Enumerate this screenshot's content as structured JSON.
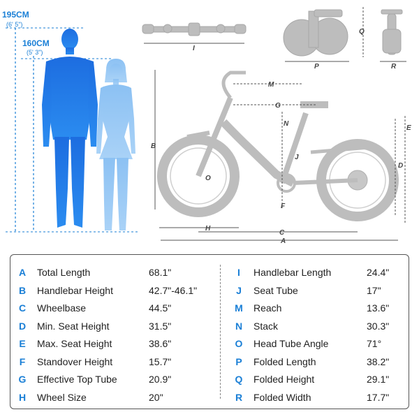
{
  "heights": {
    "tall": {
      "cm": "195CM",
      "ft": "(6' 5\")"
    },
    "short": {
      "cm": "160CM",
      "ft": "(5' 3\")"
    }
  },
  "dimension_letters": [
    "A",
    "B",
    "C",
    "D",
    "E",
    "F",
    "G",
    "H",
    "I",
    "J",
    "M",
    "N",
    "O",
    "P",
    "Q",
    "R"
  ],
  "colors": {
    "accent": "#1a7fd6",
    "tall_figure": "#1f6fe0",
    "short_figure": "#7fb8f2",
    "bike": "#bdbdbd"
  },
  "specs": {
    "left": [
      {
        "letter": "A",
        "label": "Total Length",
        "value": "68.1\""
      },
      {
        "letter": "B",
        "label": "Handlebar Height",
        "value": "42.7\"-46.1\""
      },
      {
        "letter": "C",
        "label": "Wheelbase",
        "value": "44.5\""
      },
      {
        "letter": "D",
        "label": "Min. Seat Height",
        "value": "31.5\""
      },
      {
        "letter": "E",
        "label": "Max. Seat Height",
        "value": "38.6\""
      },
      {
        "letter": "F",
        "label": "Standover Height",
        "value": "15.7\""
      },
      {
        "letter": "G",
        "label": "Effective Top Tube",
        "value": "20.9\""
      },
      {
        "letter": "H",
        "label": "Wheel Size",
        "value": "20\""
      }
    ],
    "right": [
      {
        "letter": "I",
        "label": "Handlebar Length",
        "value": "24.4\""
      },
      {
        "letter": "J",
        "label": "Seat Tube",
        "value": "17\""
      },
      {
        "letter": "M",
        "label": "Reach",
        "value": "13.6\""
      },
      {
        "letter": "N",
        "label": "Stack",
        "value": "30.3\""
      },
      {
        "letter": "O",
        "label": "Head Tube Angle",
        "value": "71°"
      },
      {
        "letter": "P",
        "label": "Folded Length",
        "value": "38.2\""
      },
      {
        "letter": "Q",
        "label": "Folded Height",
        "value": "29.1\""
      },
      {
        "letter": "R",
        "label": "Folded Width",
        "value": "17.7\""
      }
    ]
  }
}
